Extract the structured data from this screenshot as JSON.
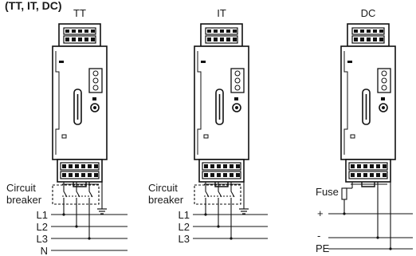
{
  "title": "(TT, IT, DC)",
  "diagrams": [
    {
      "key": "tt",
      "label": "TT",
      "breaker_label_1": "Circuit",
      "breaker_label_2": "breaker",
      "lines": [
        "L1",
        "L2",
        "L3",
        "N"
      ]
    },
    {
      "key": "it",
      "label": "IT",
      "breaker_label_1": "Circuit",
      "breaker_label_2": "breaker",
      "lines": [
        "L1",
        "L2",
        "L3"
      ]
    },
    {
      "key": "dc",
      "label": "DC",
      "fuse_label": "Fuse",
      "lines": [
        "+",
        "-",
        "PE"
      ]
    }
  ]
}
